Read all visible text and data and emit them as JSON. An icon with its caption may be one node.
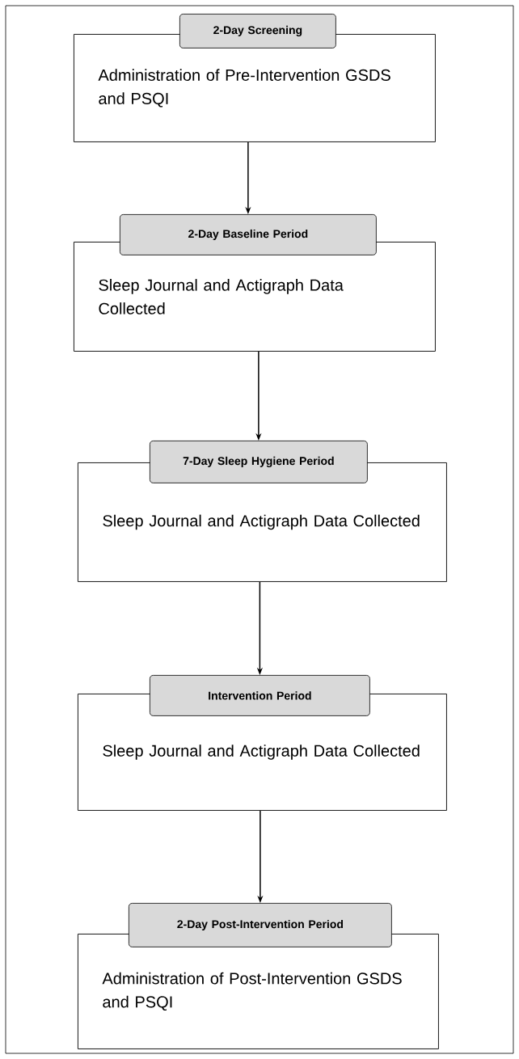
{
  "diagram": {
    "nodes": [
      {
        "text": [
          "2-Day Screening"
        ]
      },
      {
        "text": [
          "Administration of Pre-Intervention GSDS and PSQI"
        ]
      },
      {
        "text": [
          "2-Day Baseline Period"
        ]
      },
      {
        "text": [
          "Sleep Journal and Actigraph Data Collected"
        ]
      },
      {
        "text": [
          "7-Day Sleep Hygiene Period"
        ]
      },
      {
        "text": [
          "Sleep Journal and Actigraph Data Collected"
        ]
      },
      {
        "text": [
          "Intervention Period"
        ]
      },
      {
        "text": [
          "Sleep Journal and Actigraph Data Collected"
        ]
      },
      {
        "text": [
          "2-Day Post-Intervention Period"
        ]
      },
      {
        "text": [
          "Administration of Post-Intervention GSDS and PSQI"
        ]
      }
    ],
    "edges": [
      {
        "from": 1,
        "to": 2,
        "arrow": "to"
      },
      {
        "from": 3,
        "to": 4,
        "arrow": "to"
      },
      {
        "from": 5,
        "to": 6,
        "arrow": "to"
      },
      {
        "from": 7,
        "to": 8,
        "arrow": "to"
      }
    ]
  }
}
